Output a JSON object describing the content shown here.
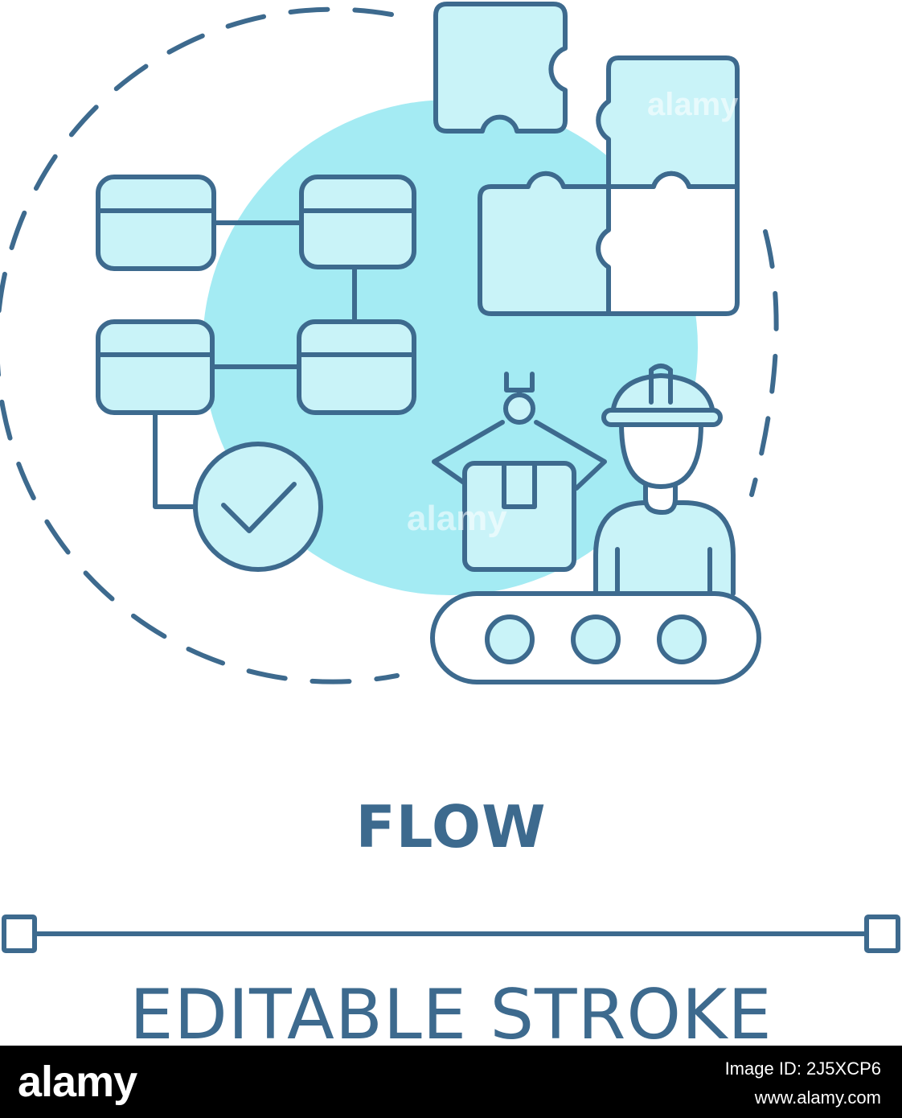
{
  "title": "FLOW",
  "subtitle": "EDITABLE STROKE",
  "watermarks": [
    "alamy",
    "alamy"
  ],
  "footer": {
    "logo": "alamy",
    "image_id": "Image ID: 2J5XCP6",
    "site": "www.alamy.com"
  },
  "colors": {
    "stroke": "#3d6a8e",
    "fill_light": "#c9f3f8",
    "fill_mid": "#a4e6f0",
    "circle_bg": "#a4ebf3"
  },
  "icons": [
    "flowchart-icon",
    "puzzle-icon",
    "checkmark-icon",
    "robotic-arm-icon",
    "box-icon",
    "worker-icon",
    "conveyor-icon"
  ]
}
